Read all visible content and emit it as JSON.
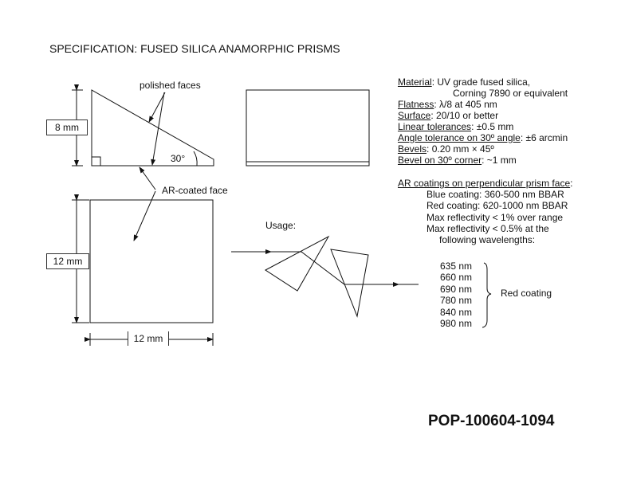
{
  "title": "SPECIFICATION:  FUSED SILICA ANAMORPHIC PRISMS",
  "drawing": {
    "polished": "polished faces",
    "angle": "30°",
    "ar_face": "AR-coated face",
    "dim_8": "8 mm",
    "dim_12v": "12 mm",
    "dim_12h": "12 mm",
    "usage": "Usage:"
  },
  "specs": [
    {
      "k": "Material",
      "v": ":  UV grade fused silica,"
    },
    {
      "k": "",
      "v": "Corning 7890 or equivalent"
    },
    {
      "k": "Flatness",
      "v": ":  λ/8 at 405 nm"
    },
    {
      "k": "Surface",
      "v": ":  20/10 or better"
    },
    {
      "k": "Linear tolerances",
      "v": ":  ±0.5 mm"
    },
    {
      "k": "Angle tolerance on 30º angle",
      "v": ":  ±6 arcmin"
    },
    {
      "k": "Bevels",
      "v": ":  0.20 mm × 45º"
    },
    {
      "k": "Bevel on 30º corner",
      "v": ":  ~1 mm"
    }
  ],
  "coatings": {
    "heading": "AR coatings on perpendicular prism face",
    "lines": [
      "Blue coating:  360-500 nm BBAR",
      "Red coating:  620-1000 nm BBAR",
      "Max reflectivity < 1% over range",
      "Max reflectivity < 0.5% at the",
      "following wavelengths:"
    ]
  },
  "wavelengths": [
    "635 nm",
    "660 nm",
    "690 nm",
    "780 nm",
    "840 nm",
    "980 nm"
  ],
  "brace_label": "Red coating",
  "part_number": "POP-100604-1094"
}
